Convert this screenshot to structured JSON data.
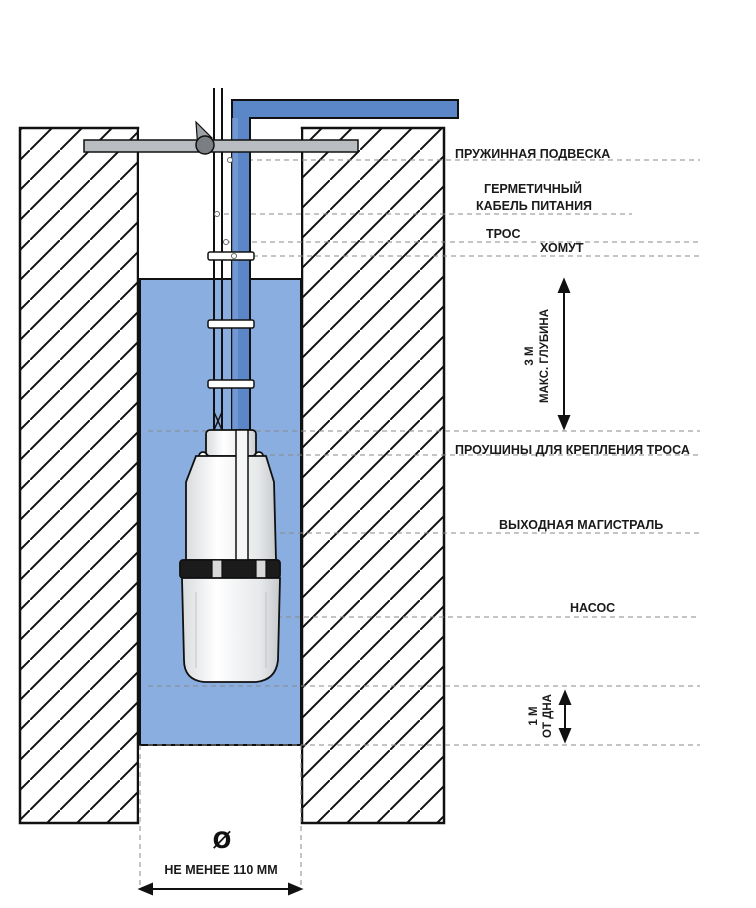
{
  "labels": {
    "spring_suspension": "ПРУЖИННАЯ ПОДВЕСКА",
    "cable_line1": "ГЕРМЕТИЧНЫЙ",
    "cable_line2": "КАБЕЛЬ ПИТАНИЯ",
    "rope": "ТРОС",
    "clamp": "ХОМУТ",
    "depth_line1": "3 М",
    "depth_line2": "МАКС. ГЛУБИНА",
    "eyelets": "ПРОУШИНЫ ДЛЯ КРЕПЛЕНИЯ ТРОСА",
    "outlet": "ВЫХОДНАЯ МАГИСТРАЛЬ",
    "pump": "НАСОС",
    "bottom_line1": "1 М",
    "bottom_line2": "ОТ ДНА",
    "diameter_symbol": "Ø",
    "diameter_text": "НЕ МЕНЕЕ 110 ММ"
  },
  "colors": {
    "water": "#8aaee0",
    "pipe": "#5b86c8",
    "pipe_dark": "#3f6cb0",
    "outline": "#111111",
    "pump_body": "#f2f3f5",
    "bar": "#b9bcc0",
    "leader": "#888888"
  }
}
